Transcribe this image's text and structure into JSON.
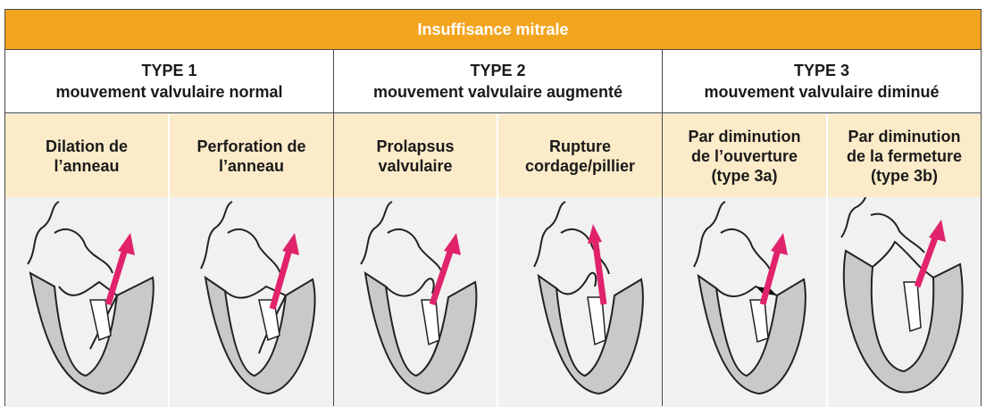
{
  "title": "Insuffisance mitrale",
  "types": [
    {
      "name": "TYPE 1",
      "desc": "mouvement valvulaire normal"
    },
    {
      "name": "TYPE 2",
      "desc": "mouvement valvulaire augmenté"
    },
    {
      "name": "TYPE 3",
      "desc": "mouvement valvulaire diminué"
    }
  ],
  "subtypes": [
    {
      "label": "Dilation de\nl’anneau"
    },
    {
      "label": "Perforation de\nl’anneau"
    },
    {
      "label": "Prolapsus\nvalvulaire"
    },
    {
      "label": "Rupture\ncordage/pillier"
    },
    {
      "label": "Par diminution\nde l’ouverture\n(type 3a)"
    },
    {
      "label": "Par diminution\nde la fermeture\n(type 3b)"
    }
  ],
  "colors": {
    "header": "#f3a41f",
    "subheader": "#fcebc9",
    "arrow": "#e0236b",
    "heart_wall": "#c9c9c9"
  },
  "illustrations": [
    "heart-dilation-icon",
    "heart-perforation-icon",
    "heart-prolapse-icon",
    "heart-chordae-rupture-icon",
    "heart-restricted-opening-icon",
    "heart-restricted-closure-icon"
  ]
}
